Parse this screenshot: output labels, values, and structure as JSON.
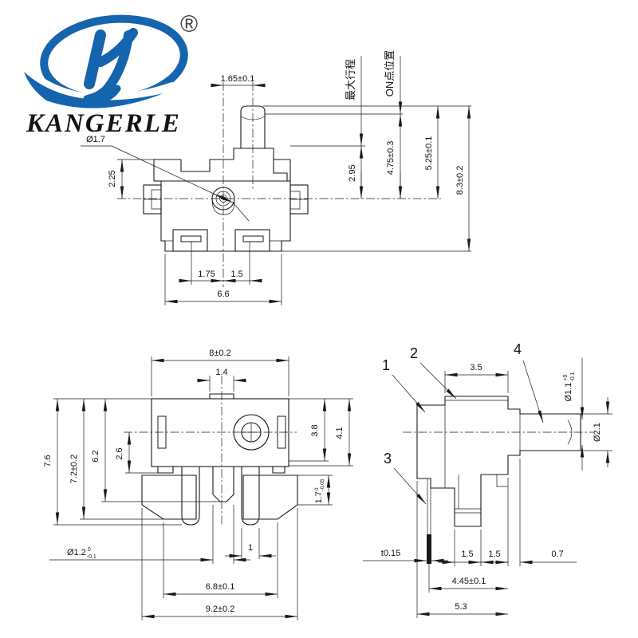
{
  "logo": {
    "brand": "KANGERLE",
    "reg": "®"
  },
  "colors": {
    "line": "#1a1a1a",
    "logo_blue": "#1564ae",
    "background": "#ffffff"
  },
  "front": {
    "offset": "1.65±0.1",
    "hole": "Ø1.7",
    "h225": "2.25",
    "h295": "2.95",
    "h475": "4.75±0.3",
    "h525": "5.25±0.1",
    "h83": "8.3±0.2",
    "maxtravel": "最大行程",
    "onpoint": "ON点位置",
    "p175": "1.75",
    "p15": "1.5",
    "w66": "6.6"
  },
  "plan": {
    "w8": "8±0.2",
    "w14": "1.4",
    "h76": "7.6",
    "h72": "7.2±0.2",
    "h62": "6.2",
    "h26": "2.6",
    "h38": "3.8",
    "h41": "4.1",
    "t17": {
      "v": "1.7",
      "u": "0",
      "l": "-0.05"
    },
    "pin": {
      "v": "Ø1.2",
      "u": "0",
      "l": "-0.1"
    },
    "w1": "1",
    "w68": "6.8±0.1",
    "w92": "9.2±0.2"
  },
  "side": {
    "n1": "1",
    "n2": "2",
    "n3": "3",
    "n4": "4",
    "w35": "3.5",
    "tip": {
      "v": "Ø1.1",
      "u": "+0",
      "l": "-0.1"
    },
    "d21": "Ø2.1",
    "thk": "t0.15",
    "g15a": "1.5",
    "g15b": "1.5",
    "g07": "0.7",
    "w445": "4.45±0.1",
    "w53": "5.3"
  }
}
